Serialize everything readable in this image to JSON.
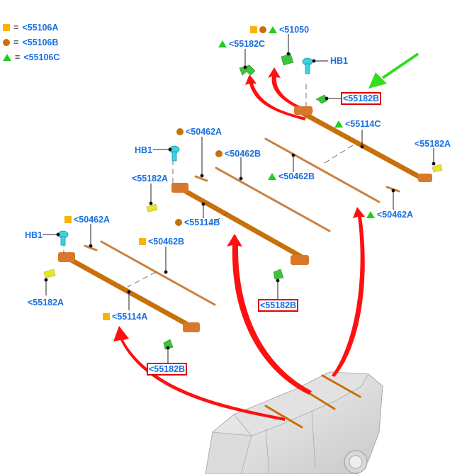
{
  "legend": [
    {
      "symbol": "square",
      "color": "#f8b400",
      "code": "<55106A"
    },
    {
      "symbol": "circle",
      "color": "#c8700a",
      "code": "<55106B"
    },
    {
      "symbol": "triangle",
      "color": "#1ed01e",
      "code": "<55106C"
    }
  ],
  "colors": {
    "link_text": "#1a6fe0",
    "highlight_box": "#e00000",
    "rail": "#c8700a",
    "arrow_red": "#ff1010",
    "arrow_green": "#33dd22",
    "clip_green": "#3cc43c",
    "clip_yellow": "#e6e62a",
    "bolt_cyan": "#40d0e0"
  },
  "labels": {
    "top_51050": {
      "symbols": [
        "square",
        "circle",
        "triangle"
      ],
      "text": "<51050"
    },
    "top_55182C": {
      "symbols": [
        "triangle"
      ],
      "text": "<55182C"
    },
    "top_HB1": {
      "symbols": [],
      "text": "HB1"
    },
    "top_55182B": {
      "symbols": [],
      "text": "<55182B",
      "highlighted": true
    },
    "top_55114C": {
      "symbols": [
        "triangle"
      ],
      "text": "<55114C"
    },
    "top_55182A": {
      "symbols": [],
      "text": "<55182A"
    },
    "top_50462B": {
      "symbols": [
        "triangle"
      ],
      "text": "<50462B"
    },
    "top_50462A": {
      "symbols": [
        "triangle"
      ],
      "text": "<50462A"
    },
    "mid_50462A": {
      "symbols": [
        "circle"
      ],
      "text": "<50462A"
    },
    "mid_HB1": {
      "symbols": [],
      "text": "HB1"
    },
    "mid_50462B": {
      "symbols": [
        "circle"
      ],
      "text": "<50462B"
    },
    "mid_55182A": {
      "symbols": [],
      "text": "<55182A"
    },
    "mid_55114B": {
      "symbols": [
        "circle"
      ],
      "text": "<55114B"
    },
    "mid_55182B": {
      "symbols": [],
      "text": "<55182B",
      "highlighted": true
    },
    "low_50462A": {
      "symbols": [
        "square"
      ],
      "text": "<50462A"
    },
    "low_HB1": {
      "symbols": [],
      "text": "HB1"
    },
    "low_50462B": {
      "symbols": [
        "square"
      ],
      "text": "<50462B"
    },
    "low_55182A": {
      "symbols": [],
      "text": "<55182A"
    },
    "low_55114A": {
      "symbols": [
        "square"
      ],
      "text": "<55114A"
    },
    "low_55182B": {
      "symbols": [],
      "text": "<55182B",
      "highlighted": true
    }
  }
}
